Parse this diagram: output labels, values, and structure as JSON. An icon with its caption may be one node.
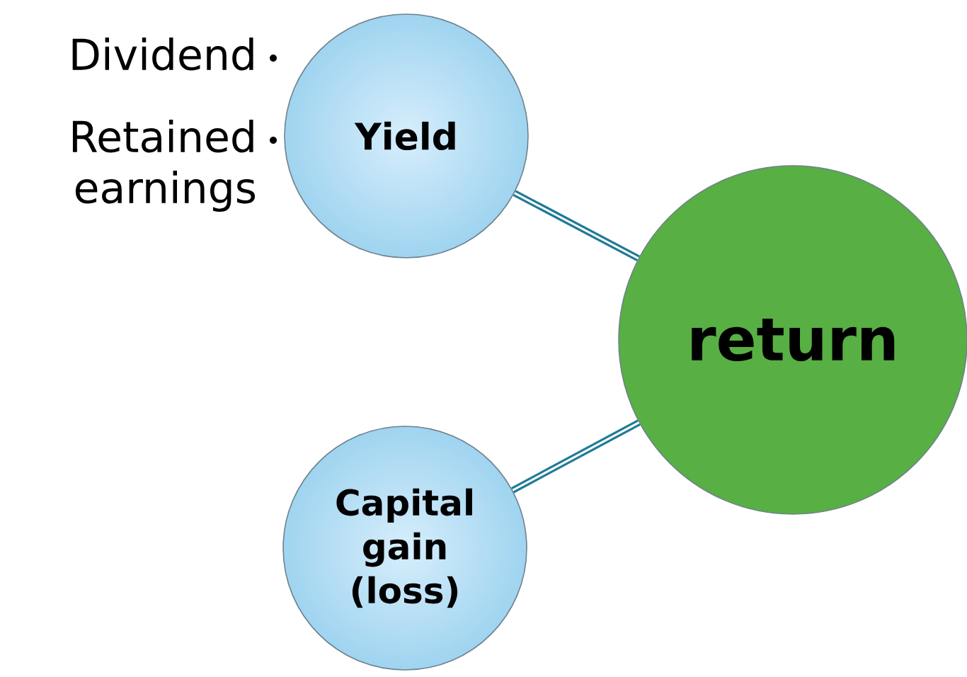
{
  "diagram": {
    "nodes": [
      {
        "text": [
          "Yield"
        ],
        "beside": [
          "Dividend",
          "Retained earnings"
        ]
      },
      {
        "text": [
          "return"
        ]
      },
      {
        "text": [
          "Capital gain (loss)"
        ]
      }
    ],
    "edges": [
      {
        "from": 0,
        "to": 1,
        "arrow": "none"
      },
      {
        "from": 2,
        "to": 1,
        "arrow": "none"
      }
    ]
  }
}
